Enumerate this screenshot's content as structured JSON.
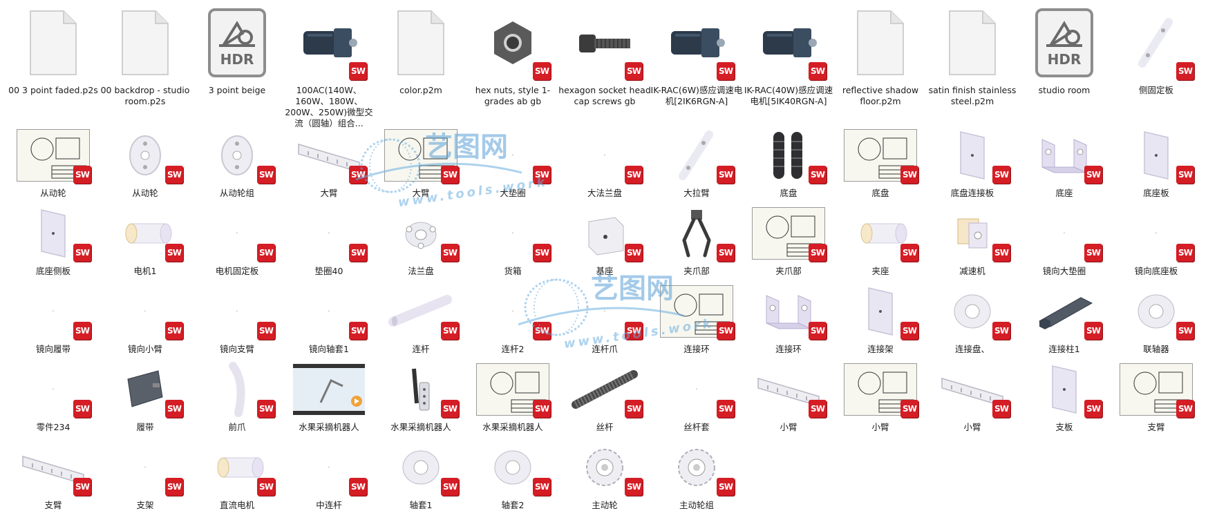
{
  "colors": {
    "sw_badge": "#d41d25",
    "watermark": "#5aa0d8",
    "label_text": "#1b1b1b"
  },
  "watermark": {
    "text": "艺图网",
    "url": "www.tools.work"
  },
  "files": [
    {
      "label": "00 3 point faded.p2s",
      "icon": "doc-icon"
    },
    {
      "label": "00 backdrop - studio room.p2s",
      "icon": "doc-icon"
    },
    {
      "label": "3 point beige",
      "icon": "hdr-icon"
    },
    {
      "label": "100AC(140W、160W、180W、200W、250W)微型交流（圆轴）组合...",
      "icon": "motor-icon",
      "sw": true
    },
    {
      "label": "color.p2m",
      "icon": "doc-icon"
    },
    {
      "label": "hex nuts, style 1-grades ab gb",
      "icon": "hex-nut-icon",
      "sw": true
    },
    {
      "label": "hexagon socket head cap screws gb",
      "icon": "screw-icon",
      "sw": true
    },
    {
      "label": "IK-RAC(6W)感应调速电机[2IK6RGN-A]",
      "icon": "motor-icon",
      "sw": true
    },
    {
      "label": "IK-RAC(40W)感应调速电机[5IK40RGN-A]",
      "icon": "motor-icon",
      "sw": true
    },
    {
      "label": "reflective shadow floor.p2m",
      "icon": "doc-icon"
    },
    {
      "label": "satin finish stainless steel.p2m",
      "icon": "doc-icon"
    },
    {
      "label": "studio room",
      "icon": "hdr-icon"
    },
    {
      "label": "侧固定板",
      "icon": "part-icon",
      "sw": true
    },
    {
      "label": "从动轮",
      "icon": "drawing-icon",
      "sw": true
    },
    {
      "label": "从动轮",
      "icon": "wheel-icon",
      "sw": true
    },
    {
      "label": "从动轮组",
      "icon": "wheel-icon",
      "sw": true
    },
    {
      "label": "大臂",
      "icon": "arm-icon",
      "sw": true
    },
    {
      "label": "大臂",
      "icon": "drawing-icon",
      "sw": true
    },
    {
      "label": "大垫圈",
      "icon": "blank-icon",
      "sw": true
    },
    {
      "label": "大法兰盘",
      "icon": "blank-icon",
      "sw": true
    },
    {
      "label": "大拉臂",
      "icon": "part-icon",
      "sw": true
    },
    {
      "label": "底盘",
      "icon": "track-icon",
      "sw": true
    },
    {
      "label": "底盘",
      "icon": "drawing-icon",
      "sw": true
    },
    {
      "label": "底盘连接板",
      "icon": "plate-icon",
      "sw": true
    },
    {
      "label": "底座",
      "icon": "bracket-icon",
      "sw": true
    },
    {
      "label": "底座板",
      "icon": "plate-icon",
      "sw": true
    },
    {
      "label": "底座侧板",
      "icon": "plate-icon",
      "sw": true
    },
    {
      "label": "电机1",
      "icon": "cylinder-icon",
      "sw": true
    },
    {
      "label": "电机固定板",
      "icon": "blank-icon",
      "sw": true
    },
    {
      "label": "垫圈40",
      "icon": "blank-icon",
      "sw": true
    },
    {
      "label": "法兰盘",
      "icon": "flange-icon",
      "sw": true
    },
    {
      "label": "货箱",
      "icon": "blank-icon",
      "sw": true
    },
    {
      "label": "基座",
      "icon": "box-icon",
      "sw": true
    },
    {
      "label": "夹爪部",
      "icon": "gripper-icon",
      "sw": true
    },
    {
      "label": "夹爪部",
      "icon": "drawing-icon",
      "sw": true
    },
    {
      "label": "夹座",
      "icon": "cylinder-icon",
      "sw": true
    },
    {
      "label": "减速机",
      "icon": "gearbox-icon",
      "sw": true
    },
    {
      "label": "镜向大垫圈",
      "icon": "blank-icon",
      "sw": true
    },
    {
      "label": "镜向底座板",
      "icon": "blank-icon",
      "sw": true
    },
    {
      "label": "镜向履带",
      "icon": "blank-icon",
      "sw": true
    },
    {
      "label": "镜向小臂",
      "icon": "blank-icon",
      "sw": true
    },
    {
      "label": "镜向支臂",
      "icon": "blank-icon",
      "sw": true
    },
    {
      "label": "镜向轴套1",
      "icon": "blank-icon",
      "sw": true
    },
    {
      "label": "连杆",
      "icon": "rod-icon",
      "sw": true
    },
    {
      "label": "连杆2",
      "icon": "blank-icon",
      "sw": true
    },
    {
      "label": "连杆爪",
      "icon": "blank-icon",
      "sw": true
    },
    {
      "label": "连接环",
      "icon": "drawing-icon",
      "sw": true
    },
    {
      "label": "连接环",
      "icon": "bracket-icon",
      "sw": true
    },
    {
      "label": "连接架",
      "icon": "plate-icon",
      "sw": true
    },
    {
      "label": "连接盘、",
      "icon": "ring-icon",
      "sw": true
    },
    {
      "label": "连接柱1",
      "icon": "hex-bar-icon",
      "sw": true
    },
    {
      "label": "联轴器",
      "icon": "ring-icon",
      "sw": true
    },
    {
      "label": "零件234",
      "icon": "blank-icon",
      "sw": true
    },
    {
      "label": "履带",
      "icon": "plate-dark-icon",
      "sw": true
    },
    {
      "label": "前爪",
      "icon": "claw-icon",
      "sw": true
    },
    {
      "label": "水果采摘机器人",
      "icon": "video-icon"
    },
    {
      "label": "水果采摘机器人",
      "icon": "robot-icon",
      "sw": true
    },
    {
      "label": "水果采摘机器人",
      "icon": "drawing-icon",
      "sw": true
    },
    {
      "label": "丝杆",
      "icon": "screw-rod-icon",
      "sw": true
    },
    {
      "label": "丝杆套",
      "icon": "blank-icon",
      "sw": true
    },
    {
      "label": "小臂",
      "icon": "arm-icon",
      "sw": true
    },
    {
      "label": "小臂",
      "icon": "drawing-icon",
      "sw": true
    },
    {
      "label": "小臂",
      "icon": "arm-icon",
      "sw": true
    },
    {
      "label": "支板",
      "icon": "plate-icon",
      "sw": true
    },
    {
      "label": "支臂",
      "icon": "drawing-icon",
      "sw": true
    },
    {
      "label": "支臂",
      "icon": "arm-icon",
      "sw": true
    },
    {
      "label": "支架",
      "icon": "blank-icon",
      "sw": true
    },
    {
      "label": "直流电机",
      "icon": "cylinder-icon",
      "sw": true
    },
    {
      "label": "中连杆",
      "icon": "blank-icon",
      "sw": true
    },
    {
      "label": "轴套1",
      "icon": "ring-icon",
      "sw": true
    },
    {
      "label": "轴套2",
      "icon": "ring-icon",
      "sw": true
    },
    {
      "label": "主动轮",
      "icon": "sprocket-icon",
      "sw": true
    },
    {
      "label": "主动轮组",
      "icon": "sprocket-icon",
      "sw": true
    }
  ]
}
